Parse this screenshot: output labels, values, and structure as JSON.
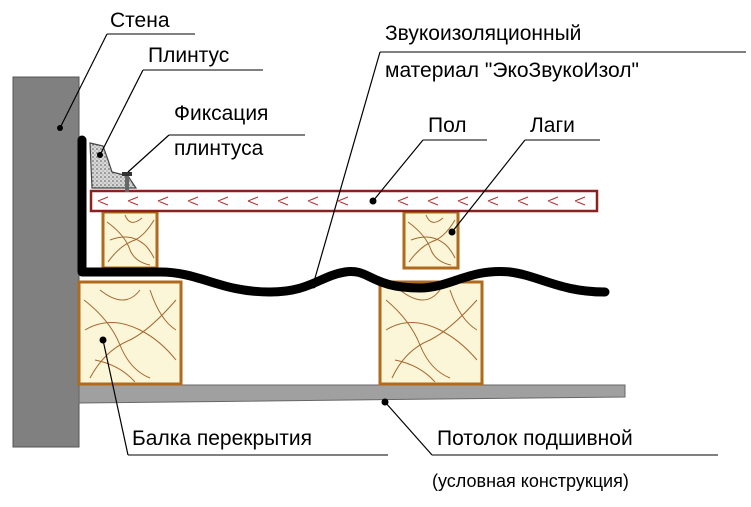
{
  "labels": {
    "wall": "Стена",
    "skirting": "Плинтус",
    "skirting_fix_1": "Фиксация",
    "skirting_fix_2": "плинтуса",
    "sound_material_1": "Звукоизоляционный",
    "sound_material_2": "материал \"ЭкоЗвукоИзол\"",
    "floor": "Пол",
    "joists": "Лаги",
    "beam": "Балка перекрытия",
    "ceiling": "Потолок подшивной",
    "note": "(условная конструкция)"
  },
  "colors": {
    "wall": "#808080",
    "ceiling": "#a0a0a0",
    "wood_outline": "#b06a1c",
    "wood_fill": "#fbf6d8",
    "grain": "#a5672e",
    "floor_board": "#8b2020",
    "skirting": "#bdbdbd",
    "insulation": "#000000"
  }
}
